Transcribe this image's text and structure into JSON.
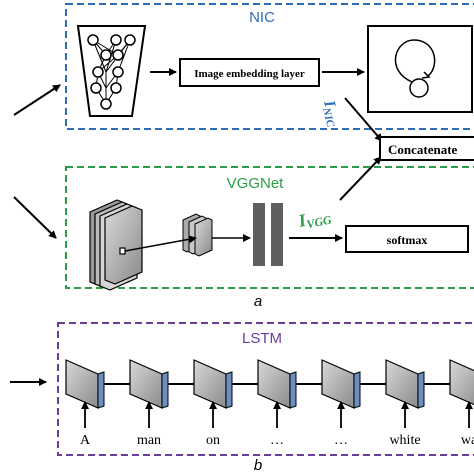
{
  "panel_a": {
    "nic": {
      "title": "NIC",
      "embedding_label": "Image embedding layer",
      "feature_label": "I",
      "feature_sub": "NIC"
    },
    "vgg": {
      "title": "VGGNet",
      "softmax_label": "softmax",
      "feature_label": "I",
      "feature_sub": "VGG"
    },
    "concat_label": "Concatenate",
    "caption": "a"
  },
  "panel_b": {
    "title": "LSTM",
    "words": [
      "A",
      "man",
      "on",
      "…",
      "…",
      "white",
      "wa"
    ],
    "caption": "b"
  },
  "colors": {
    "nic_border": "#2e6db4",
    "vgg_border": "#2a9d46",
    "lstm_border": "#6a3d9a",
    "nic_text": "#2e6db4",
    "vgg_text": "#2a9d46",
    "lstm_text": "#6a3d9a",
    "fc_bar": "#5f5f5f"
  }
}
